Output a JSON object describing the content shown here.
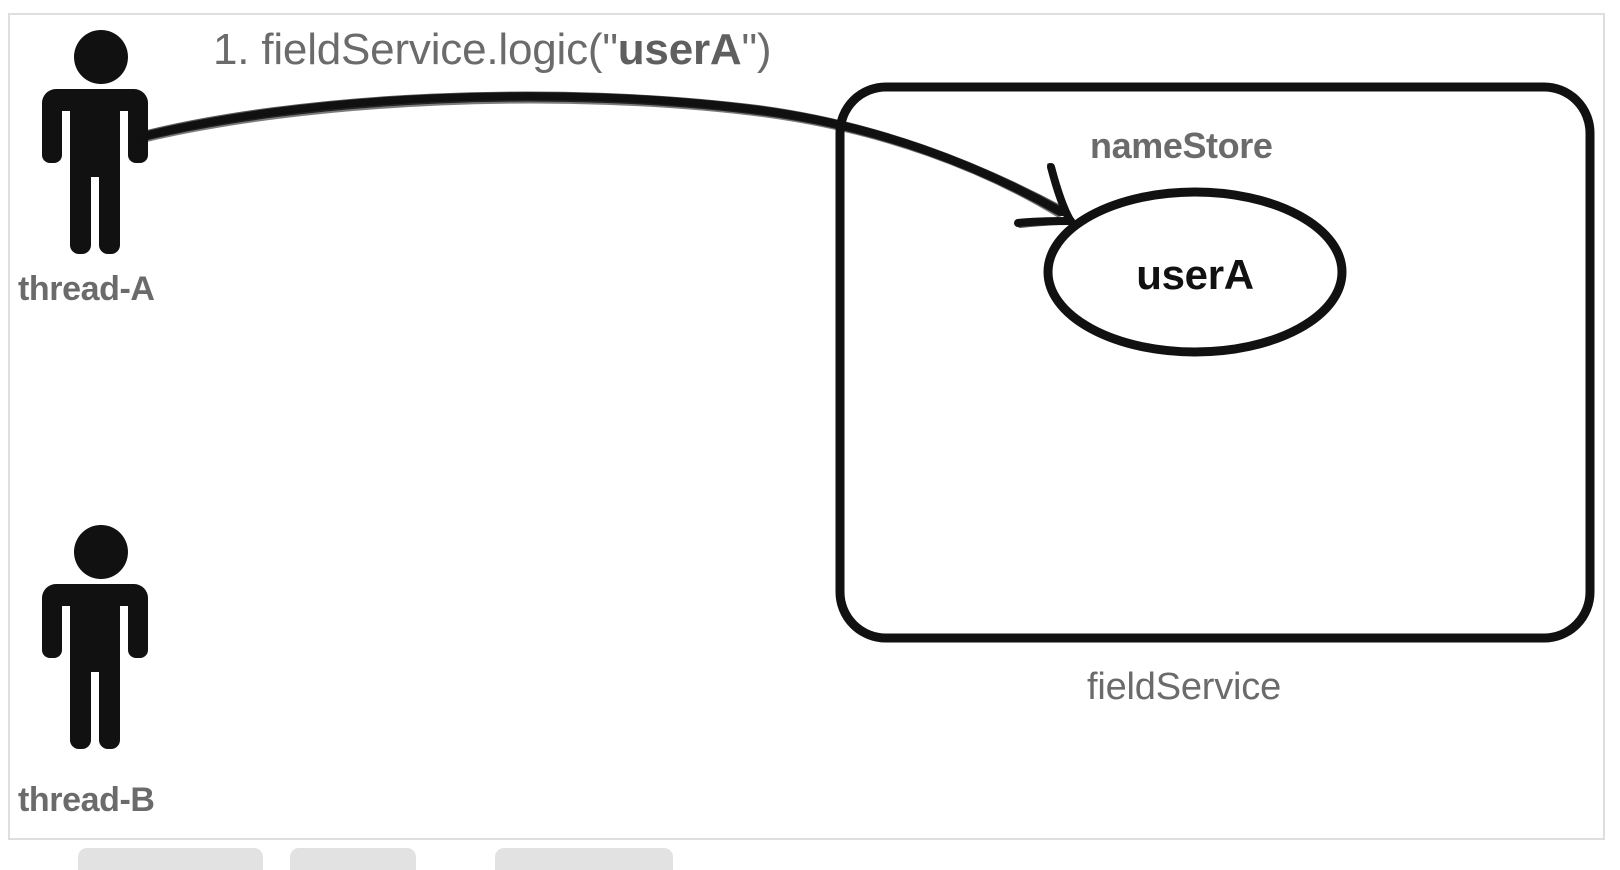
{
  "diagram": {
    "title_label": "1. fieldService.logic(\"userA\")",
    "call_label_prefix": "1. fieldService.logic(\"",
    "call_label_bold": "userA",
    "call_label_suffix": "\")",
    "actors": [
      {
        "id": "thread-a",
        "label": "thread-A",
        "icon": "person-icon"
      },
      {
        "id": "thread-b",
        "label": "thread-B",
        "icon": "person-icon"
      }
    ],
    "container": {
      "label": "fieldService",
      "field_label": "nameStore",
      "node_label": "userA",
      "node_shape": "ellipse"
    },
    "arrow": {
      "id": "call-arrow",
      "from": "thread-a",
      "to": "userA",
      "style": "hand-drawn",
      "head": "open-v"
    },
    "colors": {
      "text_gray": "#6b6b6b",
      "stroke_black": "#111111",
      "panel_border": "#dedede",
      "background": "#ffffff",
      "chip_gray": "#e2e2e2"
    },
    "bottom_bar": {
      "chips": [
        {
          "id": "chip-1"
        },
        {
          "id": "chip-2"
        },
        {
          "id": "chip-3"
        }
      ]
    }
  }
}
